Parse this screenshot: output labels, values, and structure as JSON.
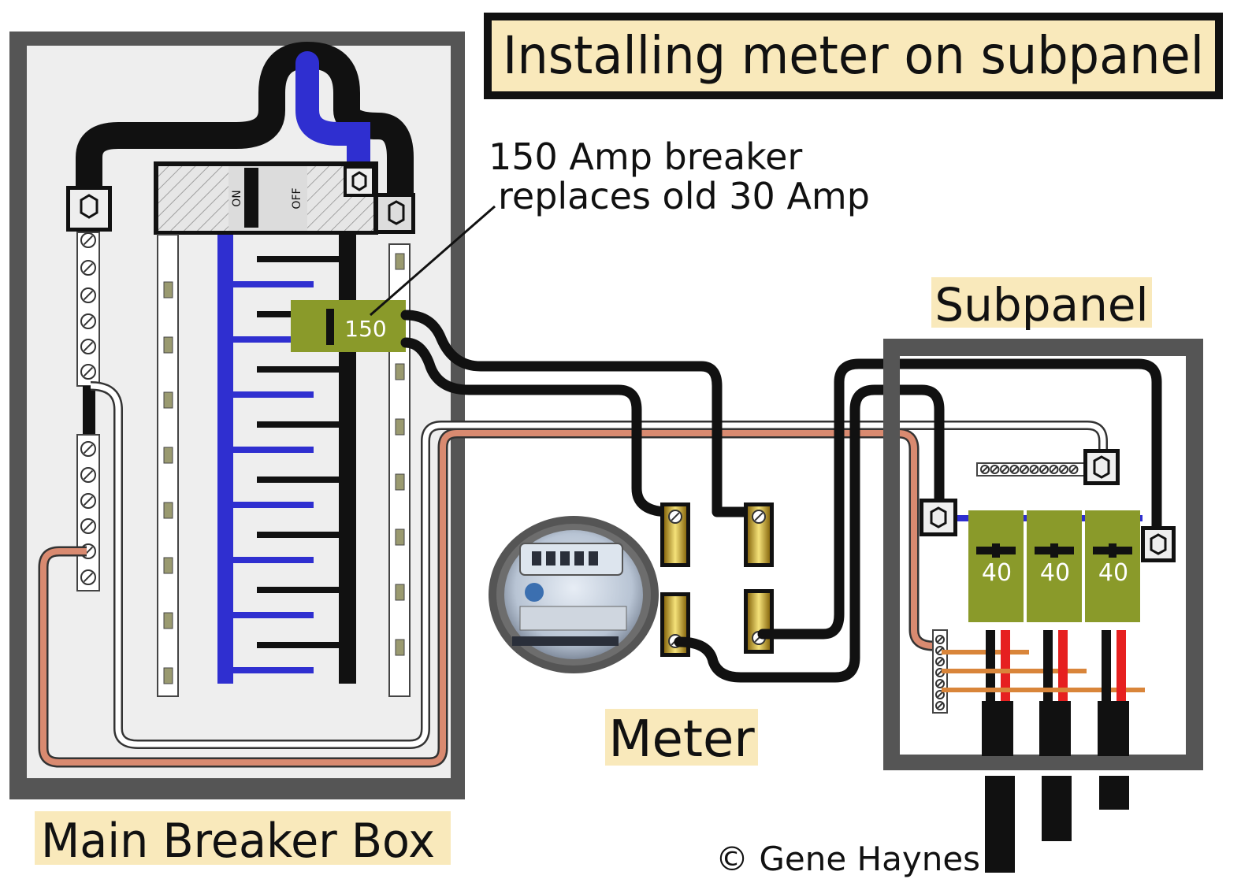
{
  "title": "Installing meter on subpanel",
  "callout": {
    "line1": "150 Amp breaker",
    "line2": "replaces old 30 Amp"
  },
  "labels": {
    "subpanel": "Subpanel",
    "meter": "Meter",
    "main_breaker_box": "Main Breaker Box",
    "copyright": "© Gene Haynes"
  },
  "main_breaker": {
    "on": "ON",
    "off": "OFF"
  },
  "new_breaker": {
    "amps": "150"
  },
  "subpanel_breakers": [
    "40",
    "40",
    "40"
  ],
  "colors": {
    "title_bg": "#f9e9bb",
    "label_bg": "#f9e9bb",
    "breaker_green": "#8a9a2a",
    "wire_black": "#111111",
    "wire_blue": "#2f2fd0",
    "wire_red": "#e62020",
    "wire_copper": "#d98a70",
    "copper_bar": "#d9853a",
    "box_frame": "#555555",
    "box_inner": "#f0f0f0"
  }
}
